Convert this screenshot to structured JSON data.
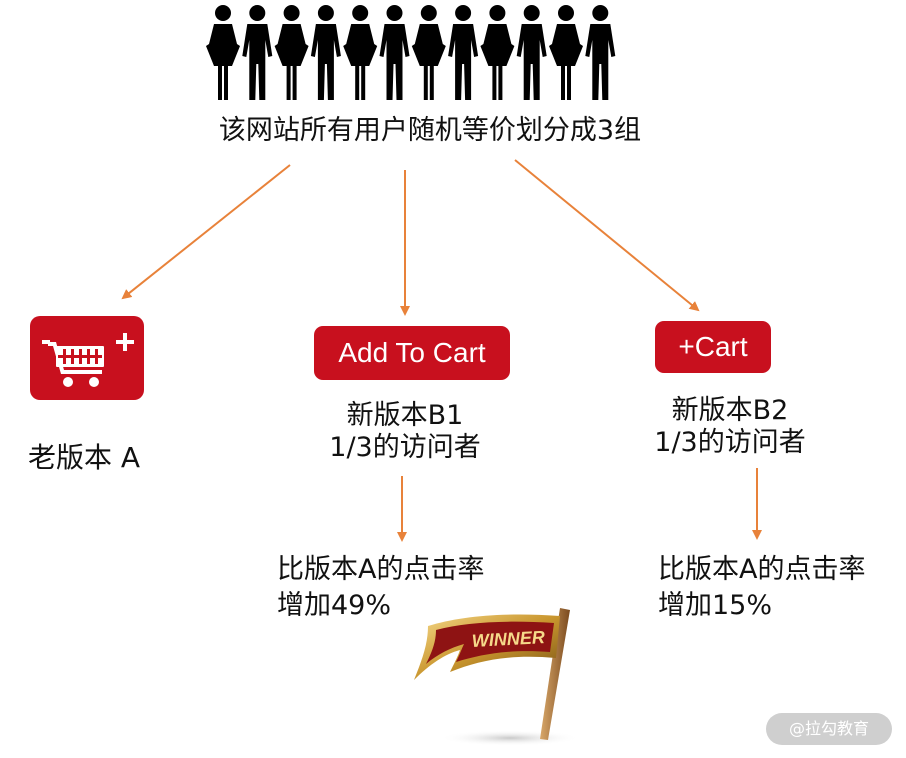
{
  "title": "该网站所有用户随机等价划分成3组",
  "old_version": {
    "icon": "shopping-cart-plus-icon",
    "label": "老版本 A"
  },
  "version_b1": {
    "button_label": "Add To Cart",
    "name": "新版本B1",
    "audience": "1/3的访问者",
    "result_line1": "比版本A的点击率",
    "result_line2": "增加49%"
  },
  "version_b2": {
    "button_label": "+Cart",
    "name": "新版本B2",
    "audience": "1/3的访问者",
    "result_line1": "比版本A的点击率",
    "result_line2": "增加15%"
  },
  "winner_flag": {
    "text": "WINNER",
    "icon": "winner-flag-icon"
  },
  "watermark": "@拉勾教育",
  "colors": {
    "brand_red": "#c8101e",
    "arrow": "#e8823a"
  }
}
